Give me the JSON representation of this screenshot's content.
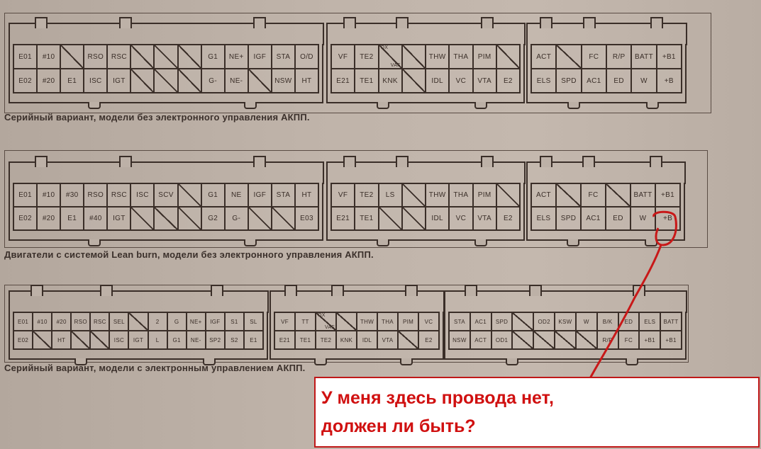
{
  "diagrams": [
    {
      "caption": "Серийный вариант, модели без электронного управления АКПП.",
      "connectors": [
        {
          "rows": [
            [
              "E01",
              "#10",
              "",
              "RSO",
              "RSC",
              "",
              "",
              "",
              "G1",
              "NE+",
              "IGF",
              "STA",
              "O/D"
            ],
            [
              "E02",
              "#20",
              "E1",
              "ISC",
              "IGT",
              "",
              "",
              "",
              "G-",
              "NE-",
              "",
              "NSW",
              "HT"
            ]
          ]
        },
        {
          "rows": [
            [
              "VF",
              "TE2",
              {
                "top": "OX",
                "bottom": "VAF"
              },
              "",
              "THW",
              "THA",
              "PIM",
              ""
            ],
            [
              "E21",
              "TE1",
              "KNK",
              "",
              "IDL",
              "VC",
              "VTA",
              "E2"
            ]
          ]
        },
        {
          "rows": [
            [
              "ACT",
              "",
              "FC",
              "R/P",
              "BATT",
              "+B1"
            ],
            [
              "ELS",
              "SPD",
              "AC1",
              "ED",
              "W",
              "+B"
            ]
          ]
        }
      ]
    },
    {
      "caption": "Двигатели с системой Lean burn, модели без электронного управления АКПП.",
      "connectors": [
        {
          "rows": [
            [
              "E01",
              "#10",
              "#30",
              "RSO",
              "RSC",
              "ISC",
              "SCV",
              "",
              "G1",
              "NE",
              "IGF",
              "STA",
              "HT"
            ],
            [
              "E02",
              "#20",
              "E1",
              "#40",
              "IGT",
              "",
              "",
              "",
              "G2",
              "G-",
              "",
              "",
              "E03"
            ]
          ]
        },
        {
          "rows": [
            [
              "VF",
              "TE2",
              "LS",
              "",
              "THW",
              "THA",
              "PIM",
              ""
            ],
            [
              "E21",
              "TE1",
              "",
              "",
              "IDL",
              "VC",
              "VTA",
              "E2"
            ]
          ]
        },
        {
          "rows": [
            [
              "ACT",
              "",
              "FC",
              "",
              "BATT",
              "+B1"
            ],
            [
              "ELS",
              "SPD",
              "AC1",
              "ED",
              "W",
              "+B"
            ]
          ]
        }
      ]
    },
    {
      "caption": "Серийный вариант, модели с электронным управлением АКПП.",
      "connectors": [
        {
          "rows": [
            [
              "E01",
              "#10",
              "#20",
              "RSO",
              "RSC",
              "SEL",
              "",
              "2",
              "G",
              "NE+",
              "IGF",
              "S1",
              "SL"
            ],
            [
              "E02",
              "",
              "HT",
              "",
              "",
              "ISC",
              "IGT",
              "L",
              "G1",
              "NE-",
              "SP2",
              "S2",
              "E1"
            ]
          ]
        },
        {
          "rows": [
            [
              "VF",
              "TT",
              {
                "top": "OX",
                "bottom": "VAF"
              },
              "",
              "THW",
              "THA",
              "PIM",
              "VC"
            ],
            [
              "E21",
              "TE1",
              "TE2",
              "KNK",
              "IDL",
              "VTA",
              "",
              "E2"
            ]
          ]
        },
        {
          "rows": [
            [
              "STA",
              "AC1",
              "SPD",
              "",
              "OD2",
              "KSW",
              "W",
              "B/K",
              "ED",
              "ELS",
              "BATT"
            ],
            [
              "NSW",
              "ACT",
              "OD1",
              "",
              "",
              "",
              "",
              "R/P",
              "FC",
              "+B1",
              "+B1"
            ]
          ]
        }
      ]
    }
  ],
  "callout": {
    "line1": "У меня здесь провода нет,",
    "line2": "должен ли быть?",
    "color": "#d01010"
  }
}
